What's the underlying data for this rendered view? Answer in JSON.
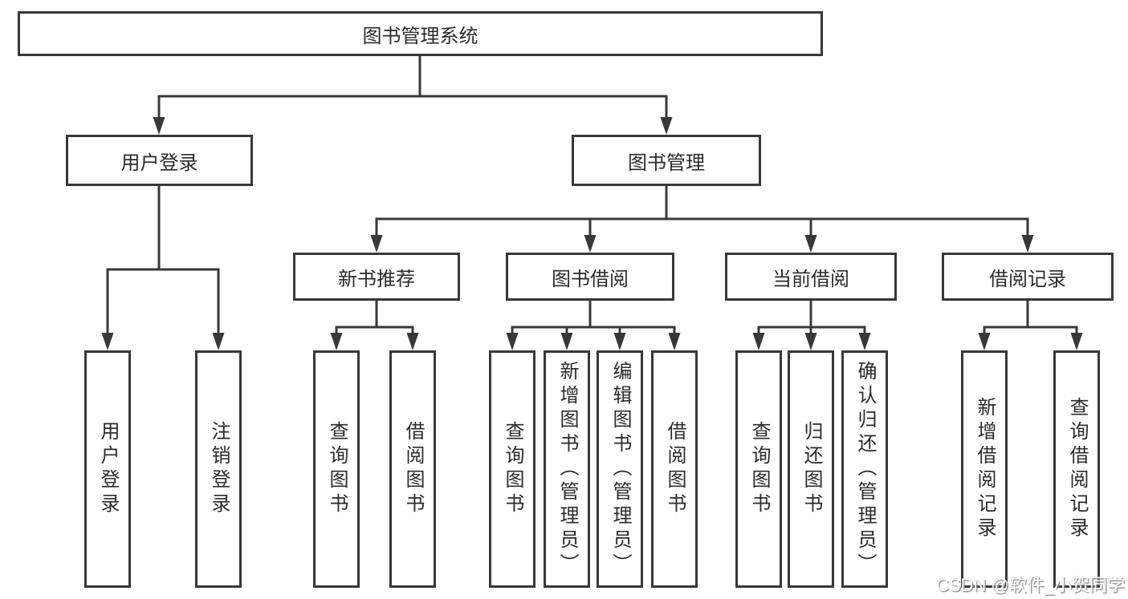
{
  "diagram": {
    "root": {
      "label": "图书管理系统"
    },
    "branches": [
      {
        "label": "用户登录",
        "children": [
          {
            "label": "用户登录"
          },
          {
            "label": "注销登录"
          }
        ]
      },
      {
        "label": "图书管理",
        "sections": [
          {
            "label": "新书推荐",
            "children": [
              {
                "label": "查询图书"
              },
              {
                "label": "借阅图书"
              }
            ]
          },
          {
            "label": "图书借阅",
            "children": [
              {
                "label": "查询图书"
              },
              {
                "label": "新增图书（管理员）"
              },
              {
                "label": "编辑图书（管理员）"
              },
              {
                "label": "借阅图书"
              }
            ]
          },
          {
            "label": "当前借阅",
            "children": [
              {
                "label": "查询图书"
              },
              {
                "label": "归还图书"
              },
              {
                "label": "确认归还（管理员）"
              }
            ]
          },
          {
            "label": "借阅记录",
            "children": [
              {
                "label": "新增借阅记录"
              },
              {
                "label": "查询借阅记录"
              }
            ]
          }
        ]
      }
    ]
  },
  "watermark": {
    "text": "CSDN @软件_小贺同学"
  },
  "colors": {
    "line": "#383838",
    "box_border": "#383838",
    "text": "#2b2b2b",
    "background": "#ffffff"
  }
}
